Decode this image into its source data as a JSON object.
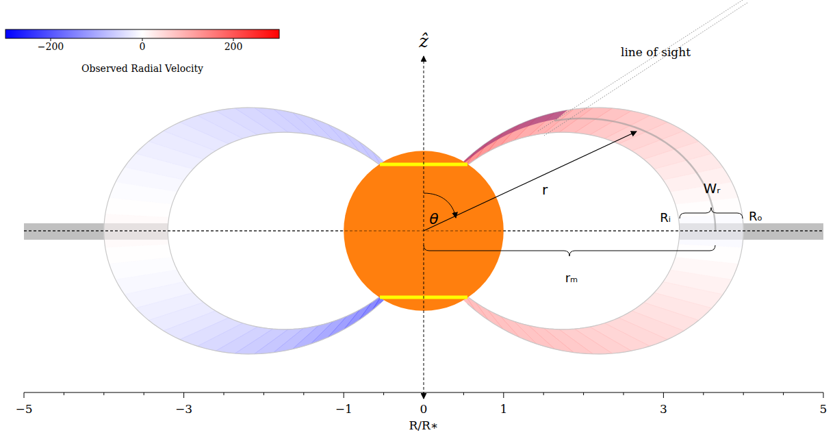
{
  "diagram": {
    "labels": [
      "−200",
      "0",
      "200",
      "Observed Radial Velocity",
      "line of sight",
      "ẑ",
      "θ",
      "r",
      "Wᵣ",
      "Rᵢ",
      "Rₒ",
      "rₘ",
      "−5",
      "−3",
      "−1",
      "0",
      "1",
      "3",
      "5",
      "R/R∗"
    ]
  }
}
